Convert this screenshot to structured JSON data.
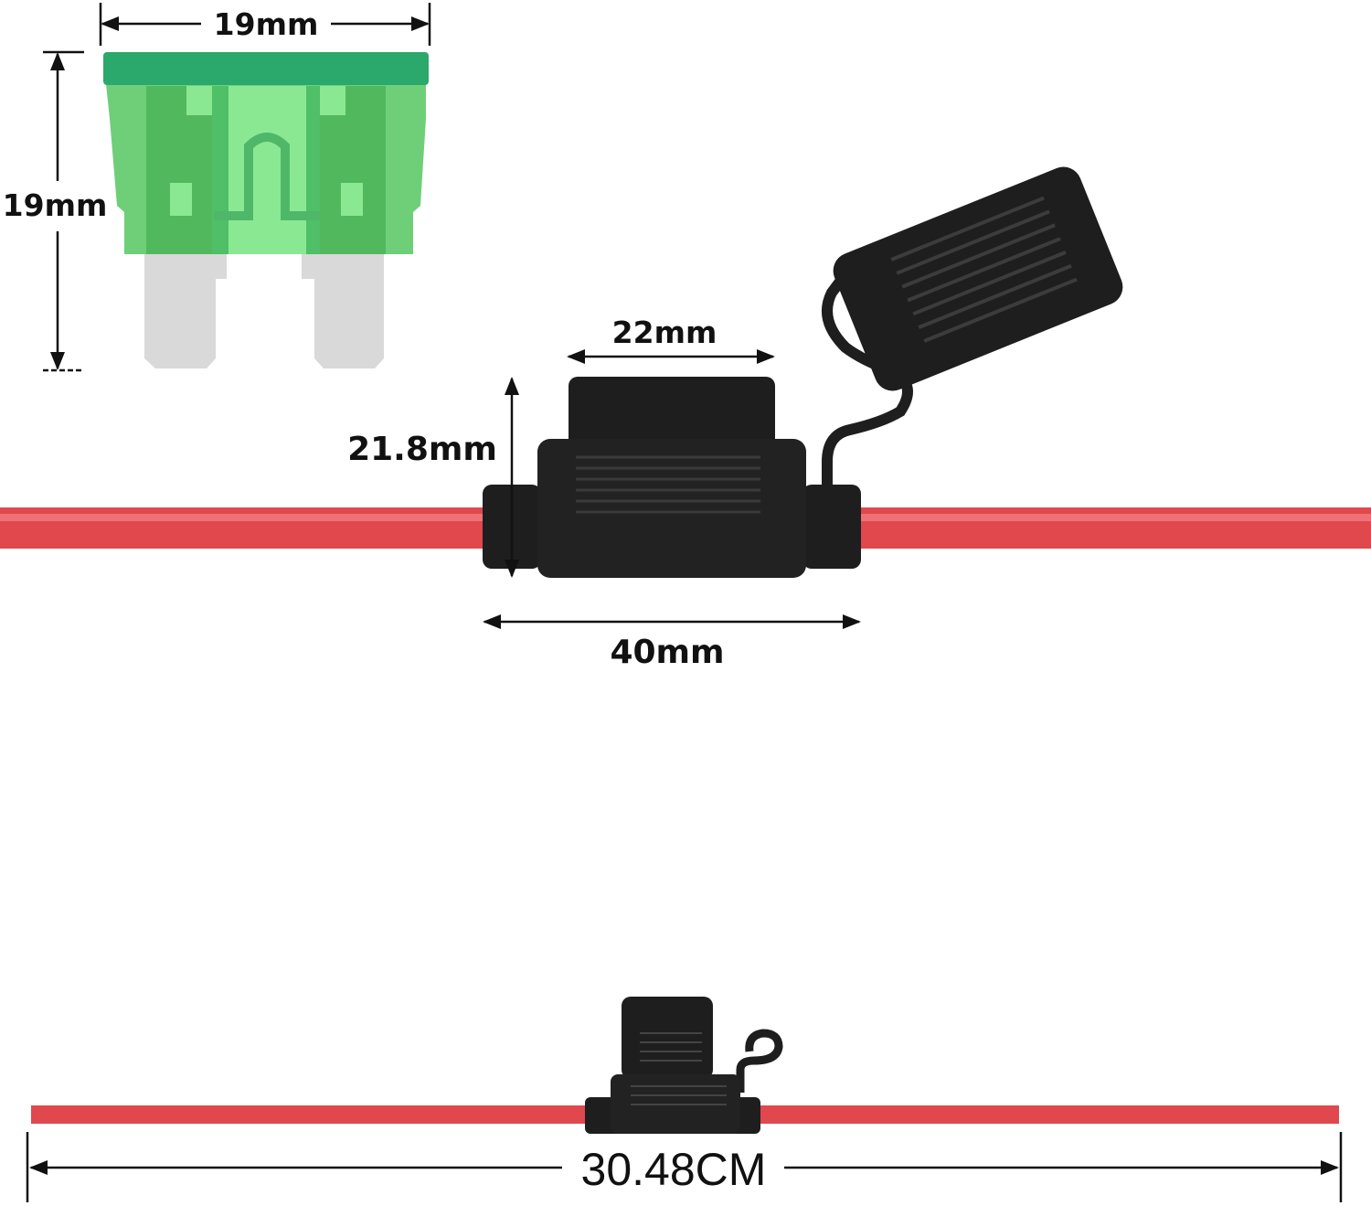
{
  "fuse": {
    "width_label": "19mm",
    "height_label": "19mm",
    "color": "#5dbf6a"
  },
  "holder": {
    "cap_width_label": "22mm",
    "height_label": "21.8mm",
    "length_label": "40mm",
    "color": "#1e1e1e"
  },
  "wire": {
    "total_length_label": "30.48CM",
    "color": "#e0484d"
  }
}
